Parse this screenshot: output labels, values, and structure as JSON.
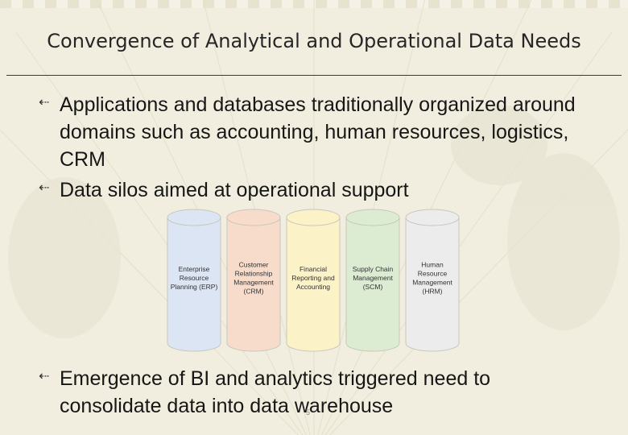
{
  "title": "Convergence of Analytical and Operational Data Needs",
  "bullets": [
    {
      "mark": "⇠",
      "text": "Applications and databases traditionally organized around domains such as accounting, human resources, logistics, CRM"
    },
    {
      "mark": "⇠",
      "text": "Data silos aimed at operational support"
    },
    {
      "mark": "⇠",
      "text": "Emergence of BI and analytics triggered need to consolidate data into data warehouse"
    }
  ],
  "silos": [
    {
      "lines": [
        "Enterprise",
        "Resource",
        "Planning (ERP)"
      ],
      "color": "#dbe5f3"
    },
    {
      "lines": [
        "Customer",
        "Relationship",
        "Management",
        "(CRM)"
      ],
      "color": "#f7dccb"
    },
    {
      "lines": [
        "Financial",
        "Reporting and",
        "Accounting"
      ],
      "color": "#fbf2c7"
    },
    {
      "lines": [
        "Supply Chain",
        "Management",
        "(SCM)"
      ],
      "color": "#dcecd3"
    },
    {
      "lines": [
        "Human",
        "Resource",
        "Management",
        "(HRM)"
      ],
      "color": "#ececec"
    }
  ],
  "page_number": "5"
}
